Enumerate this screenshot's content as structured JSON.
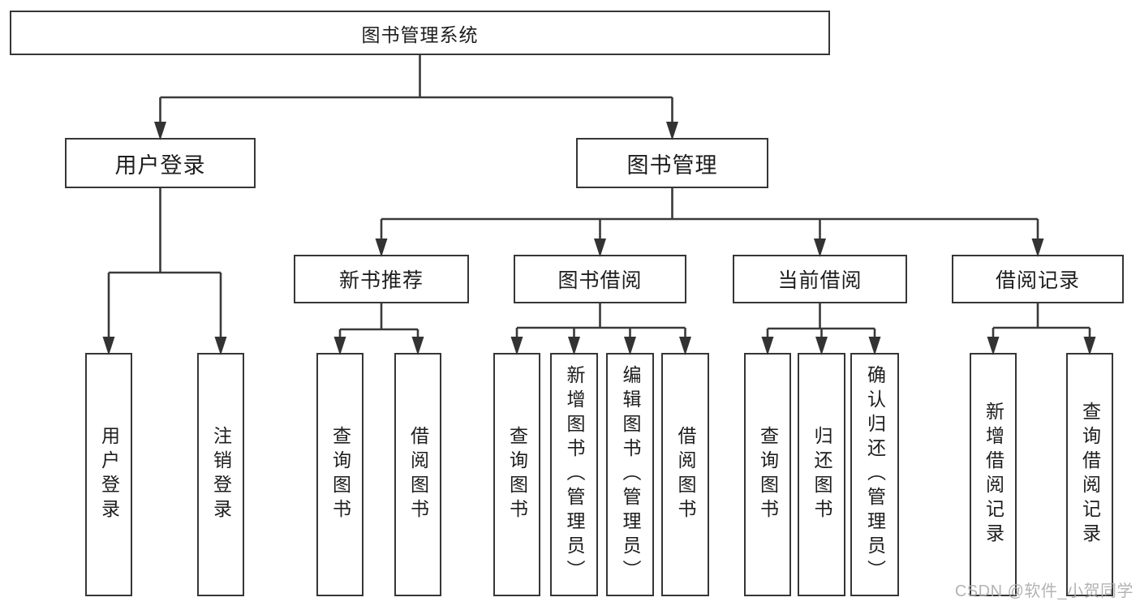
{
  "diagram": {
    "type": "hierarchy-tree",
    "title": "图书管理系统",
    "nodes": {
      "root": "图书管理系统",
      "login": "用户登录",
      "mgmt": "图书管理",
      "login_user": "用户登录",
      "login_logout": "注销登录",
      "rec": "新书推荐",
      "borrow": "图书借阅",
      "current": "当前借阅",
      "records": "借阅记录",
      "rec_query": "查询图书",
      "rec_borrow": "借阅图书",
      "borrow_query": "查询图书",
      "borrow_add": "新增图书（管理员）",
      "borrow_edit": "编辑图书（管理员）",
      "borrow_borrow": "借阅图书",
      "current_query": "查询图书",
      "current_return": "归还图书",
      "current_confirm": "确认归还（管理员）",
      "records_add": "新增借阅记录",
      "records_query": "查询借阅记录"
    },
    "edges": [
      {
        "parent": "root",
        "children": [
          "login",
          "mgmt"
        ]
      },
      {
        "parent": "login",
        "children": [
          "login_user",
          "login_logout"
        ]
      },
      {
        "parent": "mgmt",
        "children": [
          "rec",
          "borrow",
          "current",
          "records"
        ]
      },
      {
        "parent": "rec",
        "children": [
          "rec_query",
          "rec_borrow"
        ]
      },
      {
        "parent": "borrow",
        "children": [
          "borrow_query",
          "borrow_add",
          "borrow_edit",
          "borrow_borrow"
        ]
      },
      {
        "parent": "current",
        "children": [
          "current_query",
          "current_return",
          "current_confirm"
        ]
      },
      {
        "parent": "records",
        "children": [
          "records_add",
          "records_query"
        ]
      }
    ],
    "colors": {
      "box_border": "#363636",
      "box_fill": "#ffffff",
      "line": "#3a3a3a",
      "text": "#1d1d1d",
      "watermark": "#ababab"
    }
  },
  "watermark": "CSDN @软件_小贺同学"
}
